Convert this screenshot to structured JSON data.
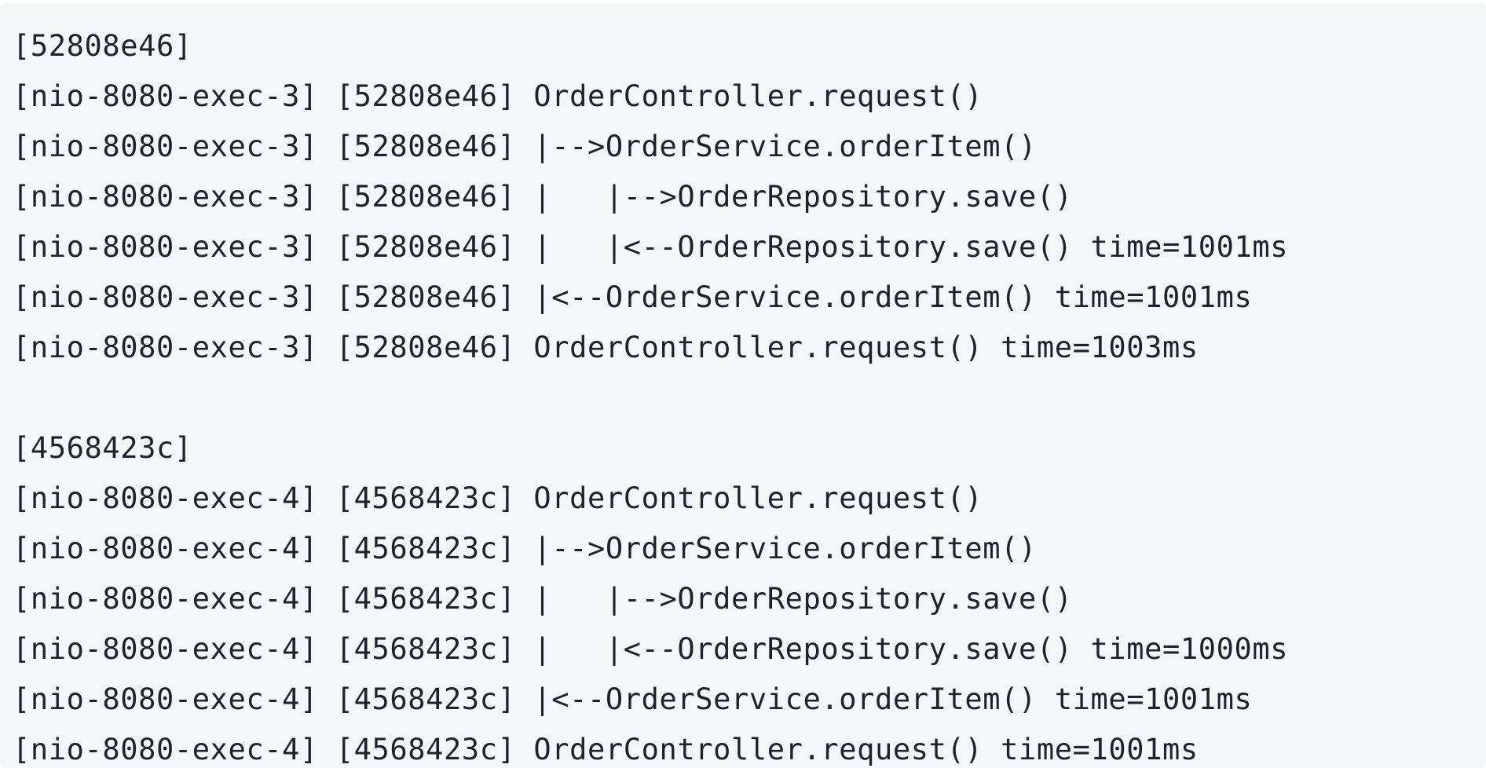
{
  "log_block": {
    "groups": [
      {
        "trace_id_header": "[52808e46]",
        "lines": [
          "[nio-8080-exec-3] [52808e46] OrderController.request()",
          "[nio-8080-exec-3] [52808e46] |-->OrderService.orderItem()",
          "[nio-8080-exec-3] [52808e46] |   |-->OrderRepository.save()",
          "[nio-8080-exec-3] [52808e46] |   |<--OrderRepository.save() time=1001ms",
          "[nio-8080-exec-3] [52808e46] |<--OrderService.orderItem() time=1001ms",
          "[nio-8080-exec-3] [52808e46] OrderController.request() time=1003ms"
        ]
      },
      {
        "trace_id_header": "[4568423c]",
        "lines": [
          "[nio-8080-exec-4] [4568423c] OrderController.request()",
          "[nio-8080-exec-4] [4568423c] |-->OrderService.orderItem()",
          "[nio-8080-exec-4] [4568423c] |   |-->OrderRepository.save()",
          "[nio-8080-exec-4] [4568423c] |   |<--OrderRepository.save() time=1000ms",
          "[nio-8080-exec-4] [4568423c] |<--OrderService.orderItem() time=1001ms",
          "[nio-8080-exec-4] [4568423c] OrderController.request() time=1001ms"
        ]
      }
    ]
  }
}
